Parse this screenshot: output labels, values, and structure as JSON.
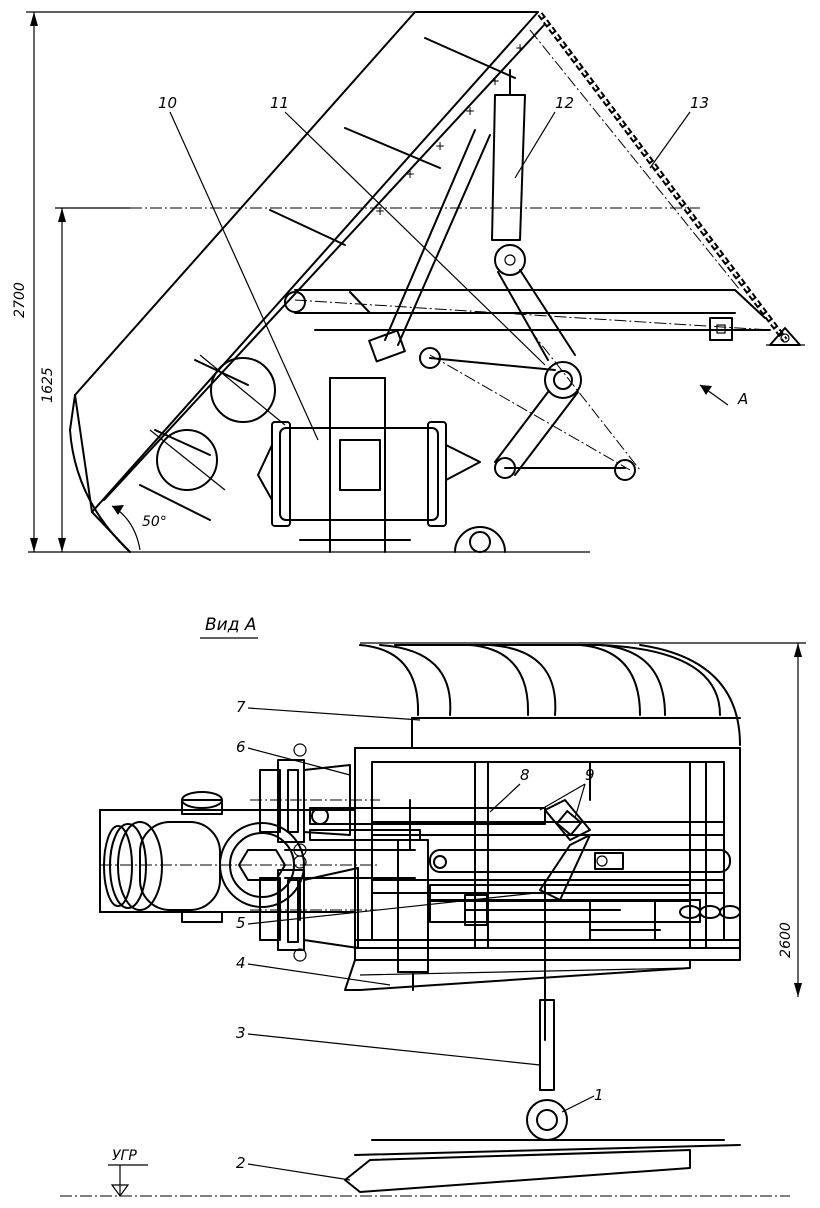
{
  "top_view": {
    "dimensions": {
      "height_total": "2700",
      "height_mid": "1625",
      "angle": "50°"
    },
    "view_arrow_label": "A",
    "callouts": {
      "c10": "10",
      "c11": "11",
      "c12": "12",
      "c13": "13"
    }
  },
  "bottom_view": {
    "title": "Вид А",
    "dimension": "2600",
    "level_mark": "УГР",
    "callouts": {
      "c1": "1",
      "c2": "2",
      "c3": "3",
      "c4": "4",
      "c5": "5",
      "c6": "6",
      "c7": "7",
      "c8": "8",
      "c9": "9"
    }
  }
}
